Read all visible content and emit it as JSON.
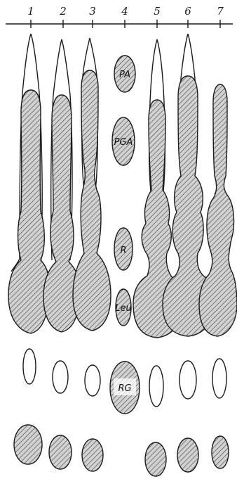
{
  "lanes": [
    {
      "label": "1"
    },
    {
      "label": "2"
    },
    {
      "label": "3"
    },
    {
      "label": "4"
    },
    {
      "label": "5"
    },
    {
      "label": "6"
    },
    {
      "label": "7"
    }
  ],
  "markers": [
    {
      "label": "PA"
    },
    {
      "label": "PGA"
    },
    {
      "label": "R"
    },
    {
      "label": "Leu"
    },
    {
      "label": "RG"
    }
  ],
  "colors": {
    "ink": "#1a1a1a",
    "spot_fill": "#cfcfcf",
    "background": "#ffffff"
  }
}
